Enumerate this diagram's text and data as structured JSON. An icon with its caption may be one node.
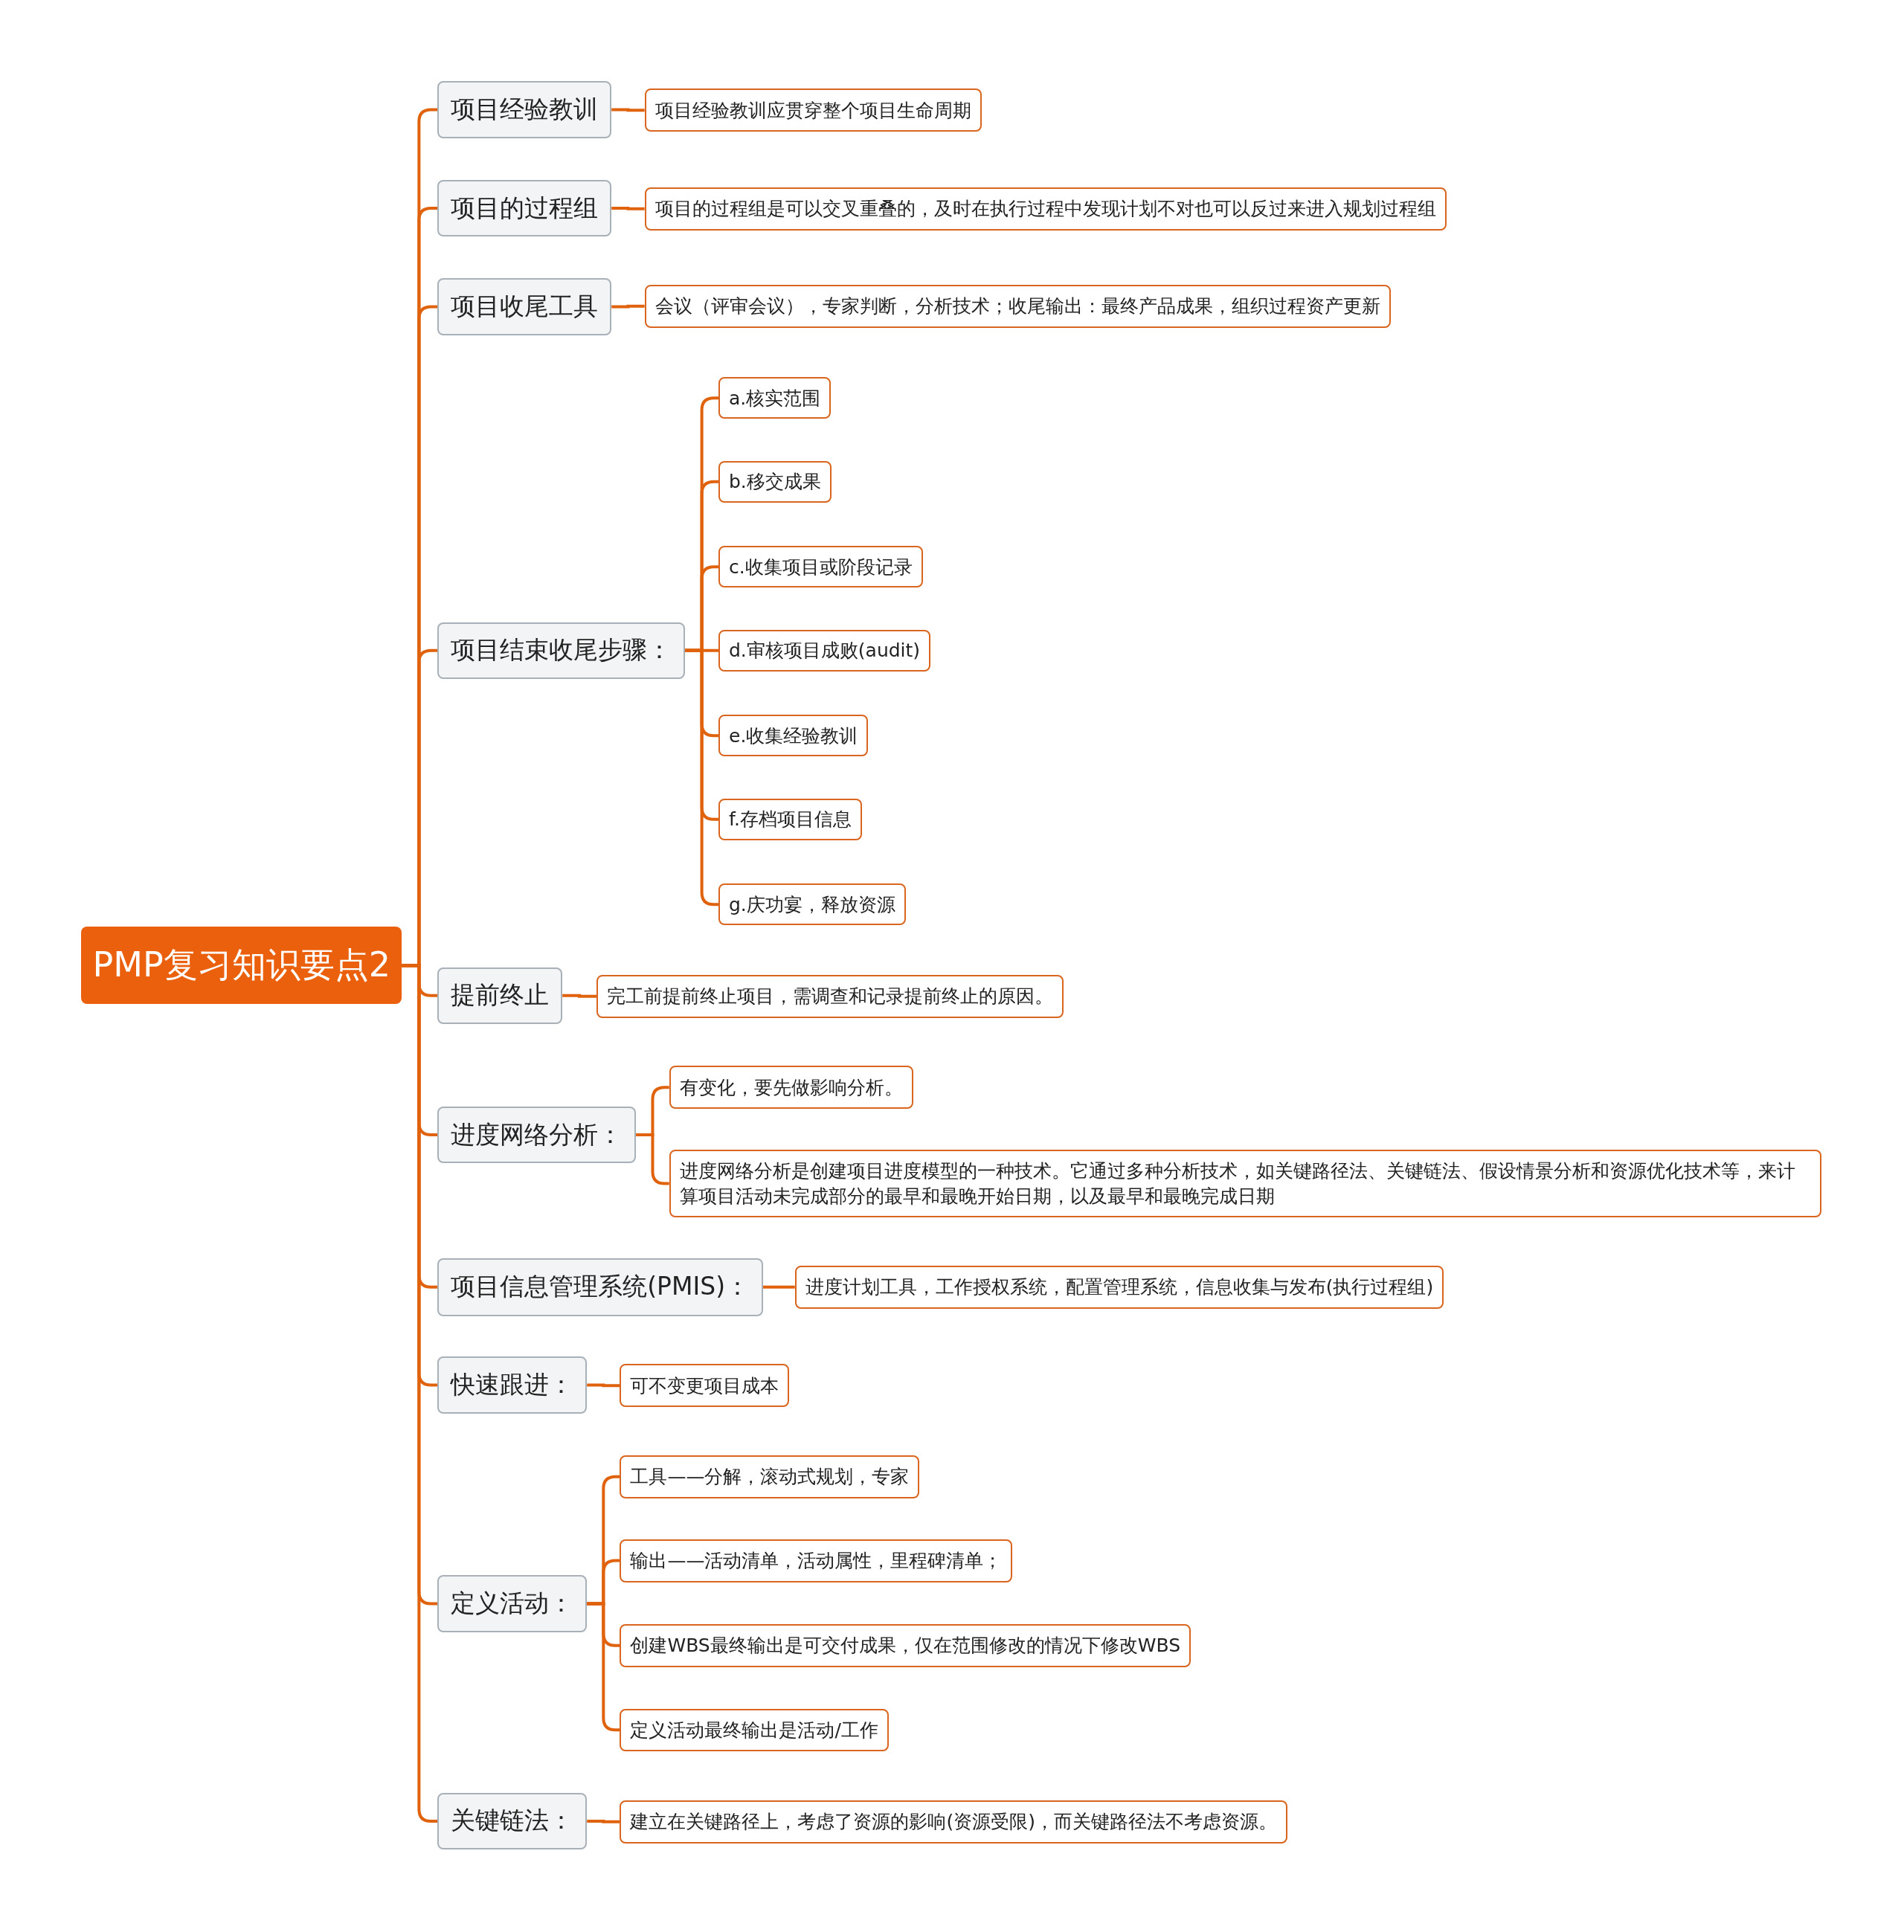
{
  "diagram": {
    "nodes": [
      {
        "text": [
          "PMP复习知识要点2"
        ]
      },
      {
        "text": [
          "项目经验教训"
        ]
      },
      {
        "text": [
          "项目经验教训应贯穿整个项目生命周期"
        ]
      },
      {
        "text": [
          "项目的过程组"
        ]
      },
      {
        "text": [
          "项目的过程组是可以交叉重叠的，及时在执行过程中发现计划不对也可以反过来进入规划过程组"
        ]
      },
      {
        "text": [
          "项目收尾工具"
        ]
      },
      {
        "text": [
          "会议（评审会议），专家判断，分析技术；收尾输出：最终产品成果，组织过程资产更新"
        ]
      },
      {
        "text": [
          "项目结束收尾步骤："
        ]
      },
      {
        "text": [
          "a.核实范围"
        ]
      },
      {
        "text": [
          "b.移交成果"
        ]
      },
      {
        "text": [
          "c.收集项目或阶段记录"
        ]
      },
      {
        "text": [
          "d.审核项目成败(audit)"
        ]
      },
      {
        "text": [
          "e.收集经验教训"
        ]
      },
      {
        "text": [
          "f.存档项目信息"
        ]
      },
      {
        "text": [
          "g.庆功宴，释放资源"
        ]
      },
      {
        "text": [
          "提前终止"
        ]
      },
      {
        "text": [
          "完工前提前终止项目，需调查和记录提前终止的原因。"
        ]
      },
      {
        "text": [
          "进度网络分析："
        ]
      },
      {
        "text": [
          "有变化，要先做影响分析。"
        ]
      },
      {
        "text": [
          "进度网络分析是创建项目进度模型的一种技术。它通过多种分析技术，如关键路径法、关键链法、假设情景分析和资源优化技术等，来计算项目活动未完成部分的最早和最晚开始日期，以及最早和最晚完成日期"
        ]
      },
      {
        "text": [
          "项目信息管理系统(PMIS)："
        ]
      },
      {
        "text": [
          "进度计划工具，工作授权系统，配置管理系统，信息收集与发布(执行过程组)"
        ]
      },
      {
        "text": [
          "快速跟进："
        ]
      },
      {
        "text": [
          "可不变更项目成本"
        ]
      },
      {
        "text": [
          "定义活动："
        ]
      },
      {
        "text": [
          "工具——分解，滚动式规划，专家"
        ]
      },
      {
        "text": [
          "输出——活动清单，活动属性，里程碑清单；"
        ]
      },
      {
        "text": [
          "创建WBS最终输出是可交付成果，仅在范围修改的情况下修改WBS"
        ]
      },
      {
        "text": [
          "定义活动最终输出是活动/工作"
        ]
      },
      {
        "text": [
          "关键链法："
        ]
      },
      {
        "text": [
          "建立在关键路径上，考虑了资源的影响(资源受限)，而关键路径法不考虑资源。"
        ]
      }
    ],
    "edges": [
      {
        "from": 0,
        "to": 1,
        "arrow": "none"
      },
      {
        "from": 0,
        "to": 3,
        "arrow": "none"
      },
      {
        "from": 0,
        "to": 5,
        "arrow": "none"
      },
      {
        "from": 0,
        "to": 7,
        "arrow": "none"
      },
      {
        "from": 0,
        "to": 15,
        "arrow": "none"
      },
      {
        "from": 0,
        "to": 17,
        "arrow": "none"
      },
      {
        "from": 0,
        "to": 20,
        "arrow": "none"
      },
      {
        "from": 0,
        "to": 22,
        "arrow": "none"
      },
      {
        "from": 0,
        "to": 24,
        "arrow": "none"
      },
      {
        "from": 0,
        "to": 29,
        "arrow": "none"
      },
      {
        "from": 1,
        "to": 2,
        "arrow": "none"
      },
      {
        "from": 3,
        "to": 4,
        "arrow": "none"
      },
      {
        "from": 5,
        "to": 6,
        "arrow": "none"
      },
      {
        "from": 7,
        "to": 8,
        "arrow": "none"
      },
      {
        "from": 7,
        "to": 9,
        "arrow": "none"
      },
      {
        "from": 7,
        "to": 10,
        "arrow": "none"
      },
      {
        "from": 7,
        "to": 11,
        "arrow": "none"
      },
      {
        "from": 7,
        "to": 12,
        "arrow": "none"
      },
      {
        "from": 7,
        "to": 13,
        "arrow": "none"
      },
      {
        "from": 7,
        "to": 14,
        "arrow": "none"
      },
      {
        "from": 15,
        "to": 16,
        "arrow": "none"
      },
      {
        "from": 17,
        "to": 18,
        "arrow": "none"
      },
      {
        "from": 17,
        "to": 19,
        "arrow": "none"
      },
      {
        "from": 20,
        "to": 21,
        "arrow": "none"
      },
      {
        "from": 22,
        "to": 23,
        "arrow": "none"
      },
      {
        "from": 24,
        "to": 25,
        "arrow": "none"
      },
      {
        "from": 24,
        "to": 26,
        "arrow": "none"
      },
      {
        "from": 24,
        "to": 27,
        "arrow": "none"
      },
      {
        "from": 24,
        "to": 28,
        "arrow": "none"
      },
      {
        "from": 29,
        "to": 30,
        "arrow": "none"
      }
    ]
  }
}
